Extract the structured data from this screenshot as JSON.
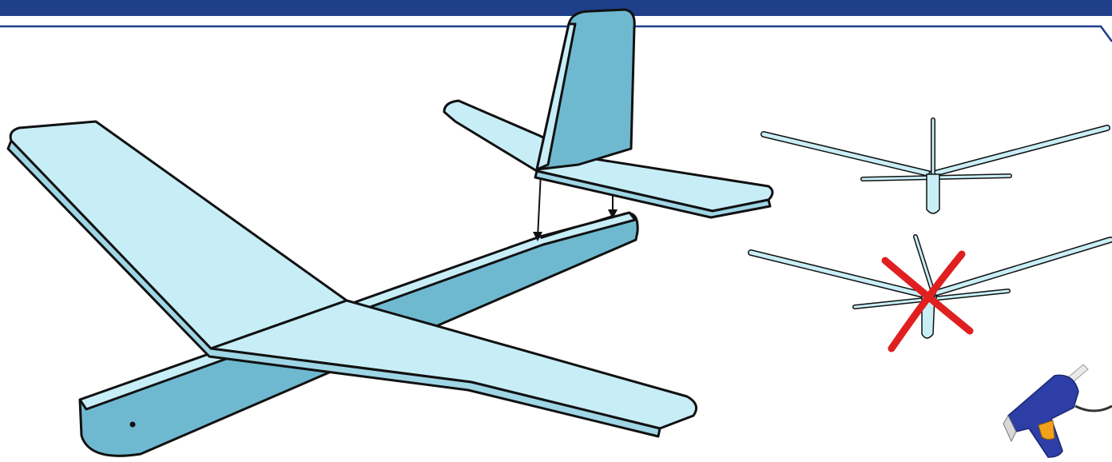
{
  "colors": {
    "header_bar": "#1f3f8a",
    "frame_line": "#1f3f8a",
    "panel_light": "#c7eef7",
    "panel_mid": "#9fd6e6",
    "panel_dark": "#6fb9d0",
    "outline": "#111111",
    "stick": "#c9eef6",
    "cross": "#e02020",
    "glue_gun_body": "#2d3fa6",
    "glue_gun_trigger": "#f2a21a"
  },
  "icons": {
    "glider": "glider-assembly-illustration",
    "correct_alignment": "correct-alignment-diagram",
    "wrong_alignment": "wrong-alignment-diagram",
    "wrong_mark": "red-x-icon",
    "tool": "hot-glue-gun-icon"
  }
}
